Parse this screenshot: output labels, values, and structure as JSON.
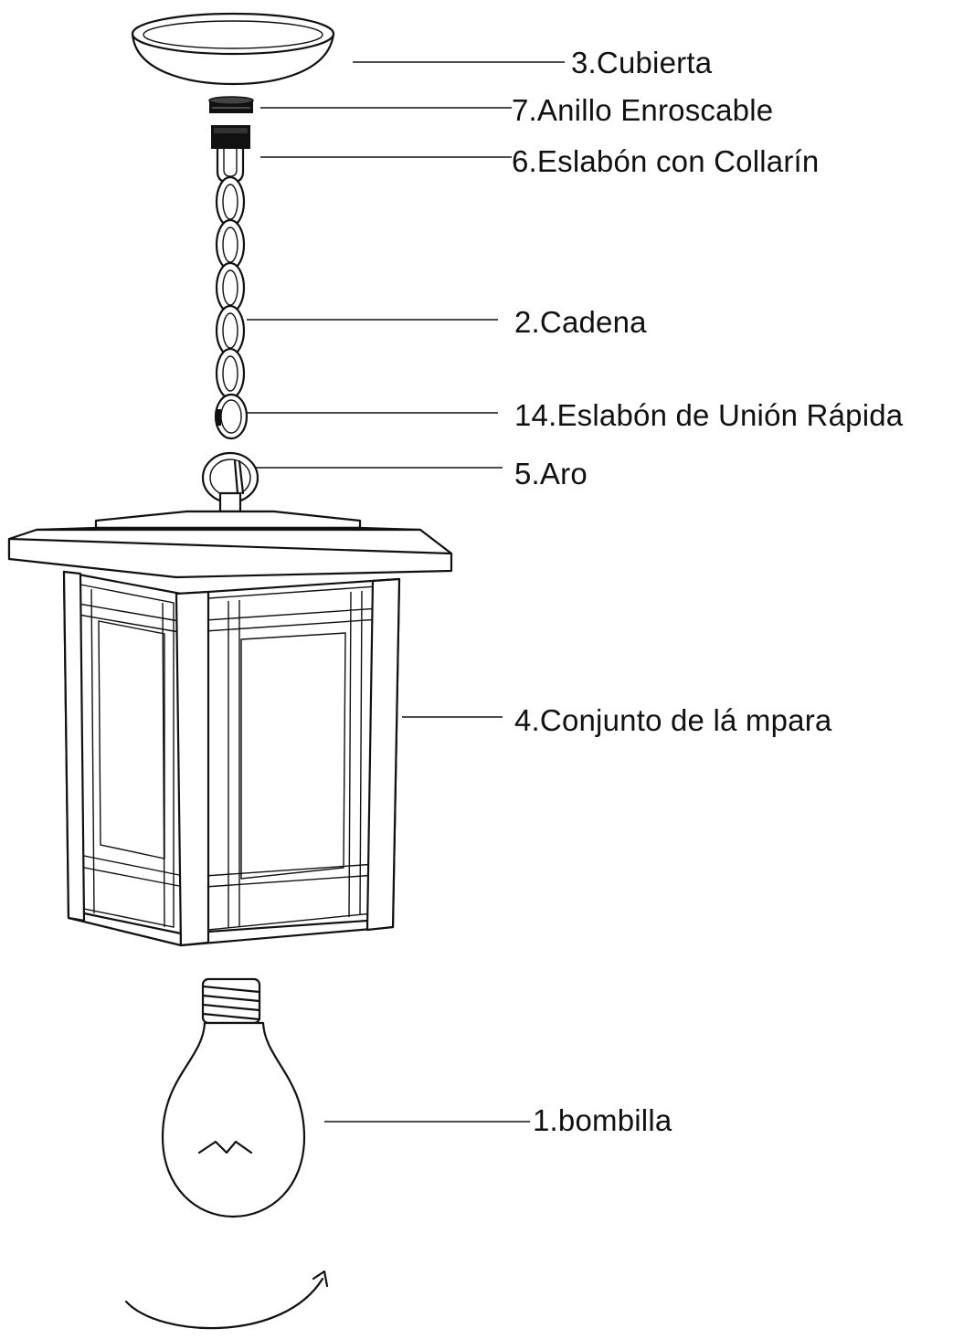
{
  "labels": {
    "cubierta": "3.Cubierta",
    "anillo": "7.Anillo Enroscable",
    "eslabon_collarin": "6.Eslabón con Collarín",
    "cadena": "2.Cadena",
    "eslabon_union": "14.Eslabón de Unión Rápida",
    "aro": "5.Aro",
    "conjunto": "4.Conjunto de lá mpara",
    "bombilla": "1.bombilla"
  },
  "colors": {
    "ink": "#111111",
    "paper": "#ffffff"
  }
}
